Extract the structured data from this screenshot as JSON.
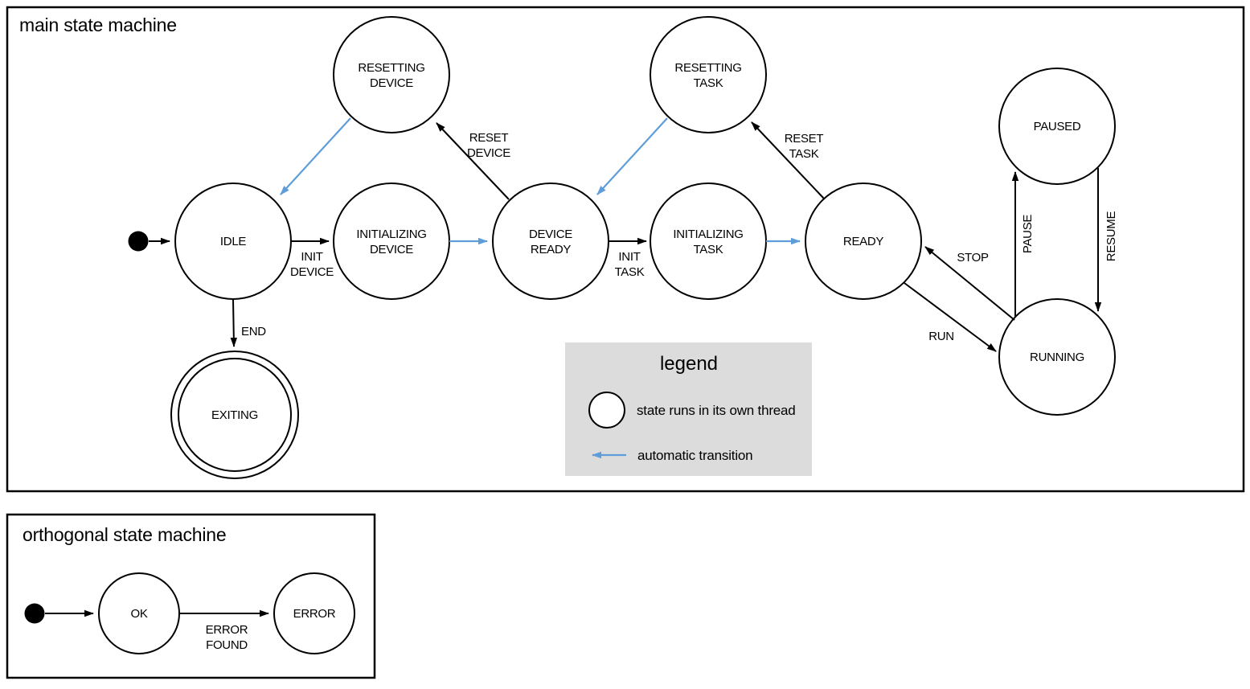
{
  "colors": {
    "threaded_state_fill": "#b7c9e8",
    "outline": "#000000",
    "automatic_transition_blue": "#5e9dd8",
    "legend_background": "#dcdcdc"
  },
  "labels": {
    "idle": "IDLE",
    "resetting": "RESETTING",
    "initializing": "INITIALIZING",
    "device": "DEVICE",
    "ready": "READY",
    "task": "TASK",
    "paused": "PAUSED",
    "running": "RUNNING",
    "exiting": "EXITING",
    "init": "INIT",
    "reset": "RESET",
    "run": "RUN",
    "stop": "STOP",
    "pause": "PAUSE",
    "resume": "RESUME",
    "end": "END",
    "ok": "OK",
    "error": "ERROR",
    "found": "FOUND"
  },
  "main_machine": {
    "title": "main state machine",
    "states": [
      {
        "name": "IDLE",
        "threaded": false,
        "final": false
      },
      {
        "name": "RESETTING DEVICE",
        "threaded": true,
        "final": false
      },
      {
        "name": "INITIALIZING DEVICE",
        "threaded": true,
        "final": false
      },
      {
        "name": "DEVICE READY",
        "threaded": false,
        "final": false
      },
      {
        "name": "RESETTING TASK",
        "threaded": true,
        "final": false
      },
      {
        "name": "INITIALIZING TASK",
        "threaded": true,
        "final": false
      },
      {
        "name": "READY",
        "threaded": false,
        "final": false
      },
      {
        "name": "PAUSED",
        "threaded": true,
        "final": false
      },
      {
        "name": "RUNNING",
        "threaded": true,
        "final": false
      },
      {
        "name": "EXITING",
        "threaded": true,
        "final": true
      }
    ],
    "transitions": [
      {
        "from": "initial",
        "to": "IDLE",
        "trigger": "",
        "automatic": false
      },
      {
        "from": "IDLE",
        "to": "INITIALIZING DEVICE",
        "trigger": "INIT DEVICE",
        "automatic": false
      },
      {
        "from": "INITIALIZING DEVICE",
        "to": "DEVICE READY",
        "trigger": "",
        "automatic": true
      },
      {
        "from": "DEVICE READY",
        "to": "RESETTING DEVICE",
        "trigger": "RESET DEVICE",
        "automatic": false
      },
      {
        "from": "RESETTING DEVICE",
        "to": "IDLE",
        "trigger": "",
        "automatic": true
      },
      {
        "from": "DEVICE READY",
        "to": "INITIALIZING TASK",
        "trigger": "INIT TASK",
        "automatic": false
      },
      {
        "from": "INITIALIZING TASK",
        "to": "READY",
        "trigger": "",
        "automatic": true
      },
      {
        "from": "READY",
        "to": "RESETTING TASK",
        "trigger": "RESET TASK",
        "automatic": false
      },
      {
        "from": "RESETTING TASK",
        "to": "DEVICE READY",
        "trigger": "",
        "automatic": true
      },
      {
        "from": "READY",
        "to": "RUNNING",
        "trigger": "RUN",
        "automatic": false
      },
      {
        "from": "RUNNING",
        "to": "READY",
        "trigger": "STOP",
        "automatic": false
      },
      {
        "from": "RUNNING",
        "to": "PAUSED",
        "trigger": "PAUSE",
        "automatic": false
      },
      {
        "from": "PAUSED",
        "to": "RUNNING",
        "trigger": "RESUME",
        "automatic": false
      },
      {
        "from": "IDLE",
        "to": "EXITING",
        "trigger": "END",
        "automatic": false
      }
    ]
  },
  "legend": {
    "title": "legend",
    "threaded_state": "state runs in its own thread",
    "automatic_transition": "automatic transition"
  },
  "orthogonal_machine": {
    "title": "orthogonal state machine",
    "states": [
      {
        "name": "OK",
        "threaded": false,
        "final": false
      },
      {
        "name": "ERROR",
        "threaded": false,
        "final": false
      }
    ],
    "transitions": [
      {
        "from": "initial",
        "to": "OK",
        "trigger": "",
        "automatic": false
      },
      {
        "from": "OK",
        "to": "ERROR",
        "trigger": "ERROR FOUND",
        "automatic": false
      }
    ]
  }
}
